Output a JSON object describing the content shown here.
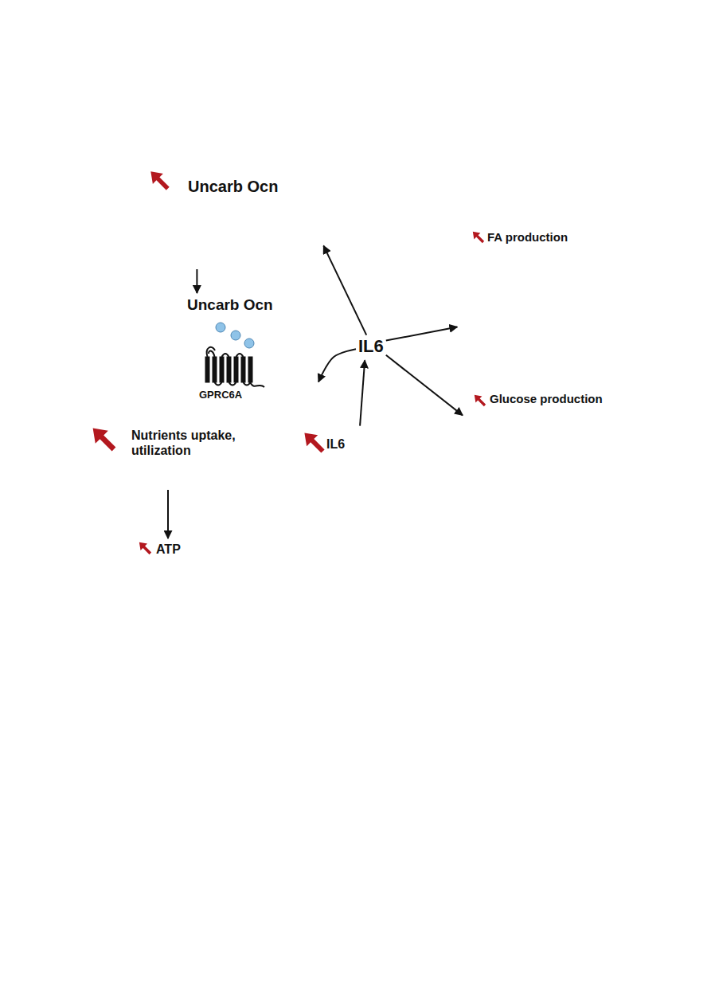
{
  "diagram": {
    "nodes": [
      {
        "text": [
          "Uncarb Ocn"
        ]
      },
      {
        "text": [
          "Uncarb Ocn"
        ]
      },
      {
        "text": [
          "GPRC6A",
          "Nutrients uptake, utilization",
          "IL6"
        ]
      },
      {
        "text": [
          "ATP"
        ]
      },
      {
        "text": [
          "IL6"
        ]
      },
      {
        "text": [
          "FA production"
        ]
      },
      {
        "text": [
          "Glucose production"
        ]
      }
    ],
    "edges": [
      {
        "from": 0,
        "to": 1,
        "arrow": "to"
      },
      {
        "from": 2,
        "to": 3,
        "arrow": "to"
      },
      {
        "from": 2,
        "to": 4,
        "arrow": "to"
      },
      {
        "from": 4,
        "to": 0,
        "arrow": "to"
      },
      {
        "from": 4,
        "to": 2,
        "arrow": "to"
      },
      {
        "from": 4,
        "to": 5,
        "arrow": "to"
      },
      {
        "from": 4,
        "to": 6,
        "arrow": "to"
      }
    ]
  }
}
